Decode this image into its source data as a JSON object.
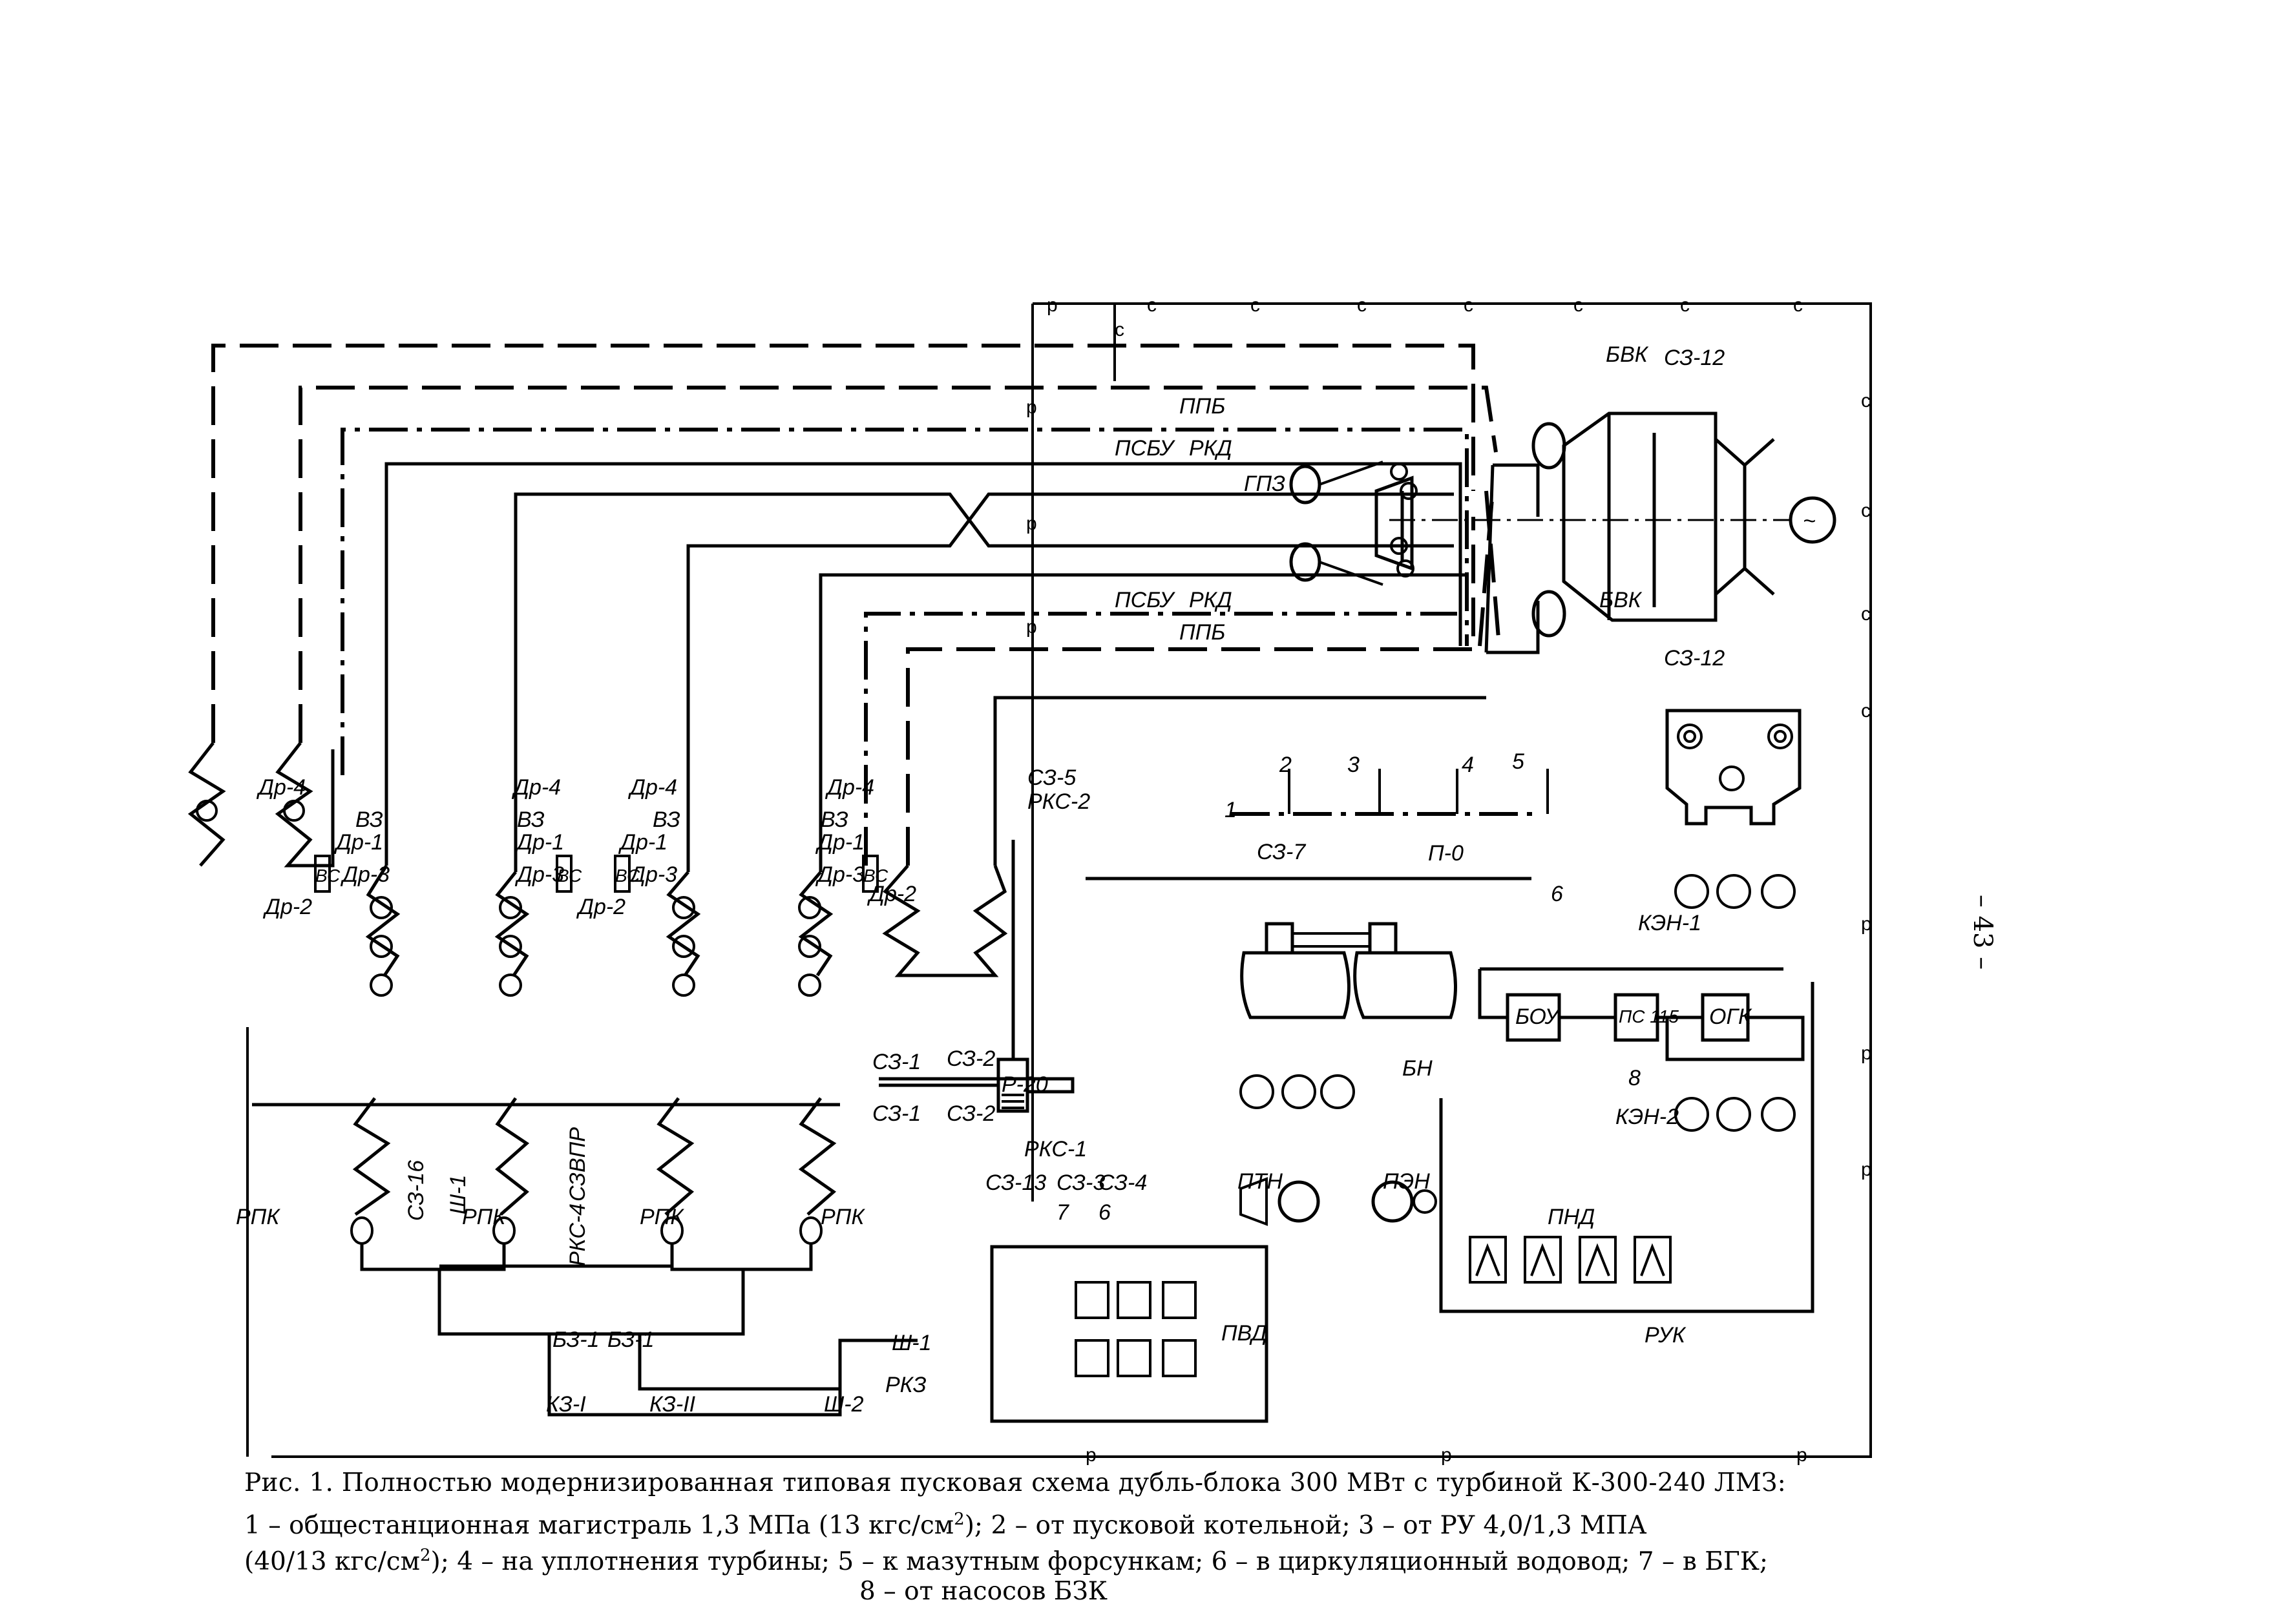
{
  "figure": {
    "page_number": "– 43 –",
    "caption": {
      "line1": "Рис. 1. Полностью модернизированная типовая пусковая схема дубль-блока 300 МВт с турбиной К-300-240 ЛМЗ:",
      "line2_a": "1 – общестанционная магистраль 1,3 МПа (13 кгс/см",
      "line2_sup": "2",
      "line2_b": ");  2 – от пусковой котельной;  3 – от РУ 4,0/1,3 МПА",
      "line3_a": "(40/13 кгс/см",
      "line3_sup": "2",
      "line3_b": "); 4 – на уплотнения турбины; 5 – к мазутным форсункам; 6 – в циркуляционный водовод; 7 – в БГК;",
      "line4": "8 – от насосов БЗК"
    },
    "legend_items": [
      {
        "id": "1",
        "text": "общестанционная магистраль 1,3 МПа (13 кгс/см2)"
      },
      {
        "id": "2",
        "text": "от пусковой котельной"
      },
      {
        "id": "3",
        "text": "от РУ 4,0/1,3 МПА (40/13 кгс/см2)"
      },
      {
        "id": "4",
        "text": "на уплотнения турбины"
      },
      {
        "id": "5",
        "text": "к мазутным форсункам"
      },
      {
        "id": "6",
        "text": "в циркуляционный водовод"
      },
      {
        "id": "7",
        "text": "в БГК"
      },
      {
        "id": "8",
        "text": "от насосов БЗК"
      }
    ],
    "labels": {
      "ppb": "ППБ",
      "psbu": "ПСБУ",
      "rkd": "РКД",
      "gpz": "ГПЗ",
      "bvk": "БВК",
      "sz12": "СЗ-12",
      "dr1": "Др-1",
      "dr2": "Др-2",
      "dr3": "Др-3",
      "dr4": "Др-4",
      "vz": "ВЗ",
      "vs": "ВС",
      "sz5": "СЗ-5",
      "rks2": "РКС-2",
      "sz7": "СЗ-7",
      "p0": "П-0",
      "sz1": "СЗ-1",
      "sz2": "СЗ-2",
      "r20": "Р-20",
      "rks1": "РКС-1",
      "sz13": "СЗ-13",
      "sz3": "СЗ-3",
      "sz4": "СЗ-4",
      "rpk": "РПК",
      "sz16": "СЗ-16",
      "sh1": "Ш-1",
      "sh2": "Ш-2",
      "rks4": "РКС-4",
      "szvpr": "СЗВПР",
      "bz1": "БЗ-1",
      "kz1": "КЗ-I",
      "kz2": "КЗ-II",
      "rkz": "РКЗ",
      "bn": "БН",
      "ptn": "ПТН",
      "pen": "ПЭН",
      "pvd": "ПВД",
      "pnd": "ПНД",
      "ruk": "РУК",
      "ken1": "КЭН-1",
      "ken2": "КЭН-2",
      "bou": "БОУ",
      "ps115": "ПС 115",
      "ogk": "ОГК",
      "line_p": "р",
      "line_c": "с",
      "n1": "1",
      "n2": "2",
      "n3": "3",
      "n4": "4",
      "n5": "5",
      "n6": "6",
      "n7": "7",
      "n8": "8",
      "gen": "~"
    }
  }
}
